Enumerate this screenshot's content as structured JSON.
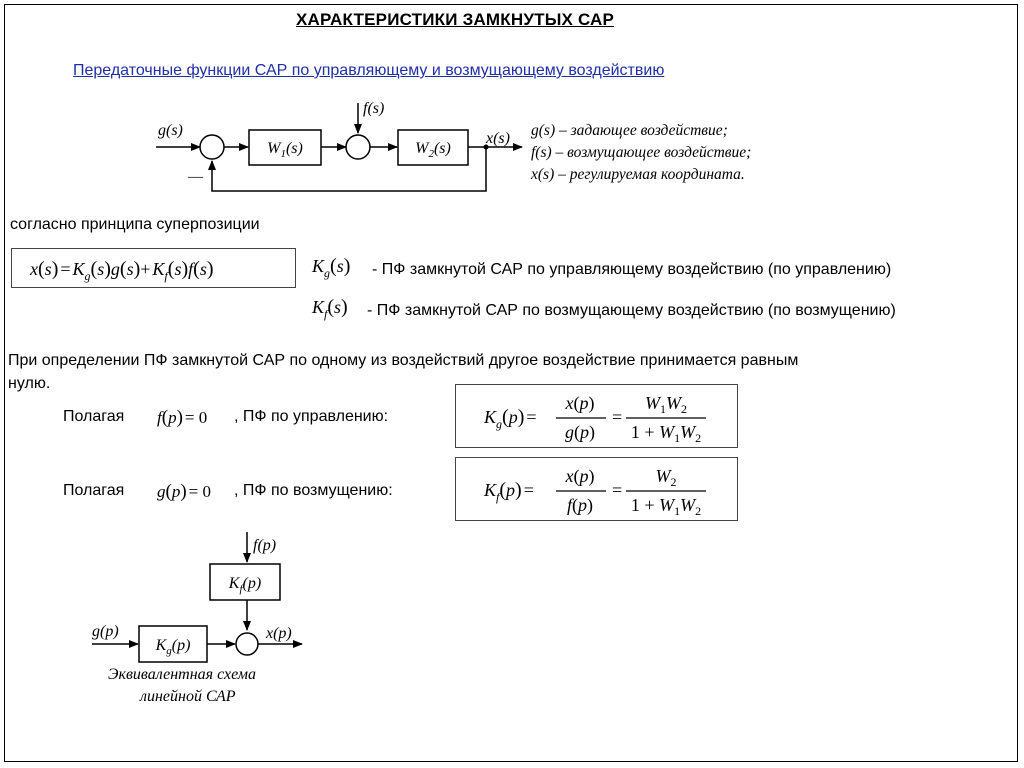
{
  "title": "ХАРАКТЕРИСТИКИ ЗАМКНУТЫХ САР",
  "subtitle": "Передаточные функции САР по управляющему и возмущающему воздействию",
  "diagram1": {
    "input_label": "g(s)",
    "disturbance_label": "f(s)",
    "output_label": "x(s)",
    "block1": "W1(s)",
    "block2": "W2(s)",
    "minus_sign": "—"
  },
  "legend": [
    "g(s) – задающее воздействие;",
    "f(s) – возмущающее воздействие;",
    "x(s) – регулируемая координата."
  ],
  "superposition_text": "согласно принципа суперпозиции",
  "superposition_formula": "x(s) = Kg(s)g(s) + Kf(s)f(s)",
  "kg_symbol": "Kg(s)",
  "kf_symbol": "Kf(s)",
  "kg_desc": "- ПФ замкнутой САР по управляющему воздействию (по управлению)",
  "kf_desc": "- ПФ замкнутой САР по возмущающему воздействию (по возмущению)",
  "rule_text_line1": "При определении ПФ замкнутой САР по одному из воздействий другое воздействие принимается равным",
  "rule_text_line2": "нулю.",
  "case1": {
    "prefix": "Полагая",
    "condition": "f(p) = 0",
    "suffix": ", ПФ по управлению:"
  },
  "case2": {
    "prefix": "Полагая",
    "condition": "g(p) = 0",
    "suffix": ", ПФ по возмущению:"
  },
  "formula_kg": "Kg(p) = x(p)/g(p) = W1W2/(1+W1W2)",
  "formula_kf": "Kf(p) = x(p)/f(p) = W2/(1+W1W2)",
  "diagram2": {
    "f_label": "f(p)",
    "g_label": "g(p)",
    "x_label": "x(p)",
    "kf_block": "Kf(p)",
    "kg_block": "Kg(p)",
    "caption_line1": "Эквивалентная схема",
    "caption_line2": "линейной САР"
  }
}
